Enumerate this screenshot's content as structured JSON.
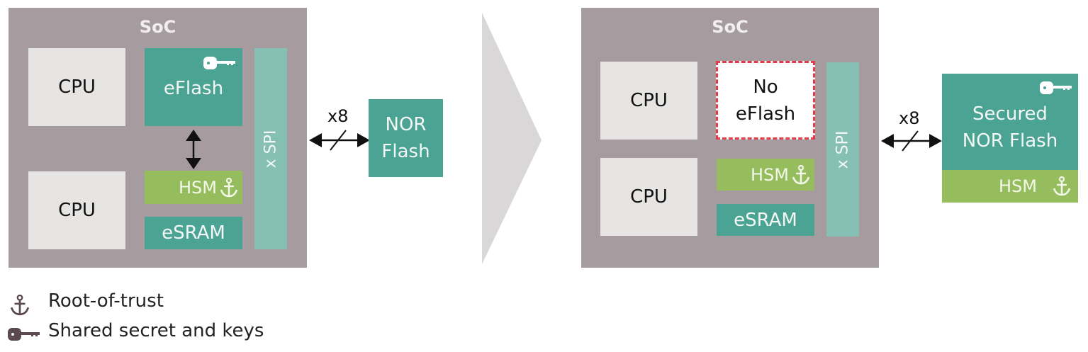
{
  "before": {
    "soc_title": "SoC",
    "cpu_top": "CPU",
    "cpu_bottom": "CPU",
    "eflash": "eFlash",
    "hsm": "HSM",
    "esram": "eSRAM",
    "xspi": "x SPI",
    "bus_width": "x8",
    "external_flash": [
      "NOR",
      "Flash"
    ]
  },
  "after": {
    "soc_title": "SoC",
    "cpu_top": "CPU",
    "cpu_bottom": "CPU",
    "no_eflash": [
      "No",
      "eFlash"
    ],
    "hsm": "HSM",
    "esram": "eSRAM",
    "xspi": "x SPI",
    "bus_width": "x8",
    "external_flash": [
      "Secured",
      "NOR Flash"
    ],
    "external_hsm": "HSM"
  },
  "legend": {
    "root_of_trust": "Root-of-trust",
    "shared_secret": "Shared secret and keys"
  },
  "colors": {
    "soc": "#a69c9f",
    "cpu": "#e7e5e3",
    "teal": "#4ba393",
    "hsm_green": "#96bd5d",
    "xspi": "#86bfb3",
    "no_eflash_border": "#e33b4a",
    "transition_arrow": "#d9d7d8",
    "legend_icon": "#5a4a50"
  }
}
